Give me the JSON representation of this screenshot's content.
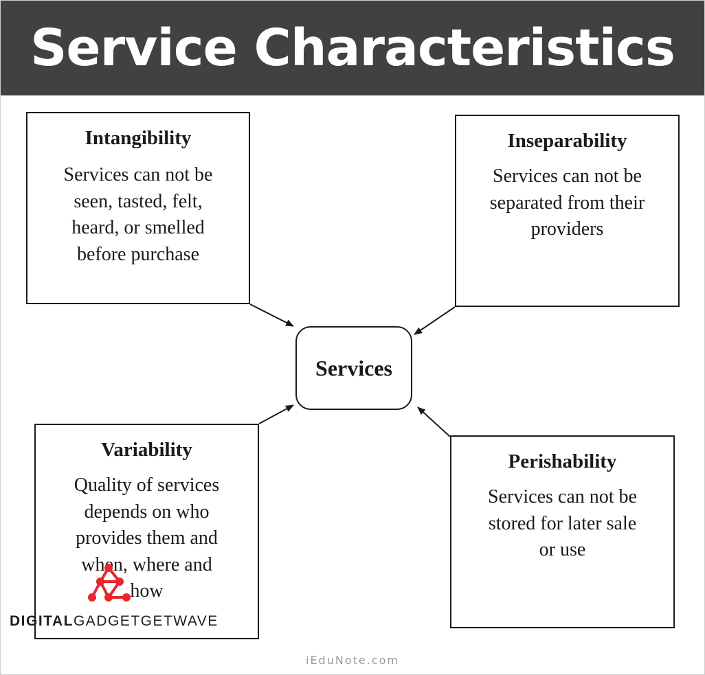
{
  "title": "Service Characteristics",
  "center_label": "Services",
  "boxes": {
    "intangibility": {
      "title": "Intangibility",
      "lines": [
        "Services can not be",
        "seen, tasted, felt,",
        "heard, or smelled",
        "before purchase"
      ]
    },
    "inseparability": {
      "title": "Inseparability",
      "lines": [
        "Services can not be",
        "separated from their",
        "providers"
      ]
    },
    "variability": {
      "title": "Variability",
      "lines": [
        "Quality of services",
        "depends on who",
        "provides them and",
        "when, where and",
        "how"
      ]
    },
    "perishability": {
      "title": "Perishability",
      "lines": [
        "Services can not be",
        "stored for later sale",
        "or use"
      ]
    }
  },
  "watermark": {
    "bold": "DIGITAL",
    "regular": "GADGETGETWAVE",
    "logo_color": "#e8262d"
  },
  "footer": "iEduNote.com",
  "colors": {
    "header_bg": "#414141",
    "line": "#1a1a1a"
  }
}
